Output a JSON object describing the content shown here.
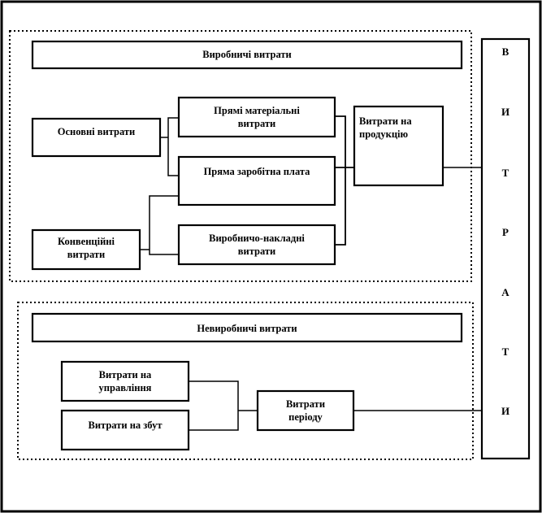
{
  "production_section": {
    "title": "Виробничі витрати",
    "basic_costs": "Основні витрати",
    "conversion_costs": "Конвенційні витрати",
    "direct_materials": "Прямі матеріальні витрати",
    "direct_labor": "Пряма заробітна плата",
    "overhead": "Виробничо-накладні витрати",
    "product_costs": "Витрати на продукцію"
  },
  "nonproduction_section": {
    "title": "Невиробничі витрати",
    "admin_costs": "Витрати на управління",
    "selling_costs": "Витрати на збут",
    "period_costs": "Витрати періоду"
  },
  "total": {
    "letters": [
      "В",
      "И",
      "Т",
      "Р",
      "А",
      "Т",
      "И"
    ]
  }
}
